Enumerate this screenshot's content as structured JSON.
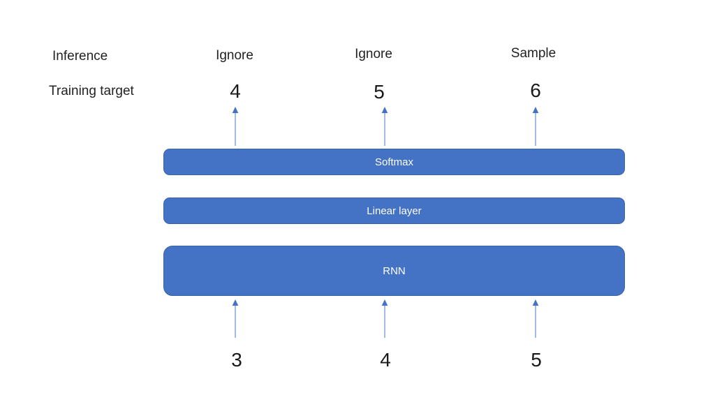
{
  "diagram": {
    "title_semantics": "RNN language-model training vs inference diagram",
    "row_labels": {
      "inference": "Inference",
      "training_target": "Training target"
    },
    "columns": [
      {
        "inference_action": "Ignore",
        "training_target": "4",
        "input": "3"
      },
      {
        "inference_action": "Ignore",
        "training_target": "5",
        "input": "4"
      },
      {
        "inference_action": "Sample",
        "training_target": "6",
        "input": "5"
      }
    ],
    "layers": [
      {
        "label": "Softmax"
      },
      {
        "label": "Linear layer"
      },
      {
        "label": "RNN"
      }
    ],
    "colors": {
      "bar_fill": "#4472C4",
      "bar_border": "#3A62A9",
      "arrow_line": "#8FAADC",
      "arrow_head": "#4472C4",
      "text_dark": "#222222",
      "text_on_bar": "#FFFFFF",
      "background": "#FFFFFF"
    }
  }
}
